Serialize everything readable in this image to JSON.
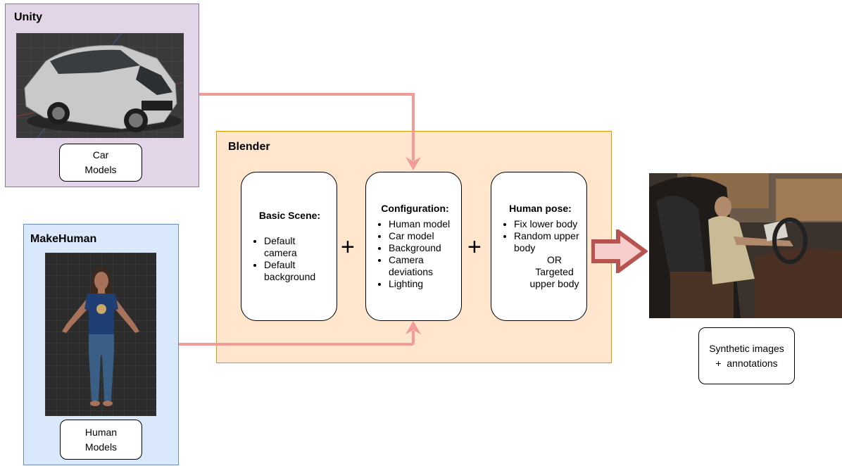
{
  "unity": {
    "title": "Unity",
    "card_label_line1": "Car",
    "card_label_line2": "Models",
    "image_icon": "car-render-image"
  },
  "makehuman": {
    "title": "MakeHuman",
    "card_label_line1": "Human",
    "card_label_line2": "Models",
    "image_icon": "human-model-image"
  },
  "blender": {
    "title": "Blender",
    "basic_scene": {
      "title": "Basic Scene:",
      "items": [
        "Default camera",
        "Default background"
      ]
    },
    "configuration": {
      "title": "Configuration:",
      "items": [
        "Human model",
        "Car model",
        "Background",
        "Camera deviations",
        "Lighting"
      ]
    },
    "human_pose": {
      "title": "Human pose:",
      "item1": "Fix lower body",
      "item2": "Random upper body",
      "or": "OR",
      "item3": "Targeted upper body"
    },
    "plus1": "+",
    "plus2": "+"
  },
  "output": {
    "label_line1": "Synthetic images",
    "label_line2": "+  annotations",
    "image_icon": "synthetic-car-interior-image"
  },
  "colors": {
    "connector_arrow": "#f19c99",
    "output_arrow": "#b85450"
  }
}
